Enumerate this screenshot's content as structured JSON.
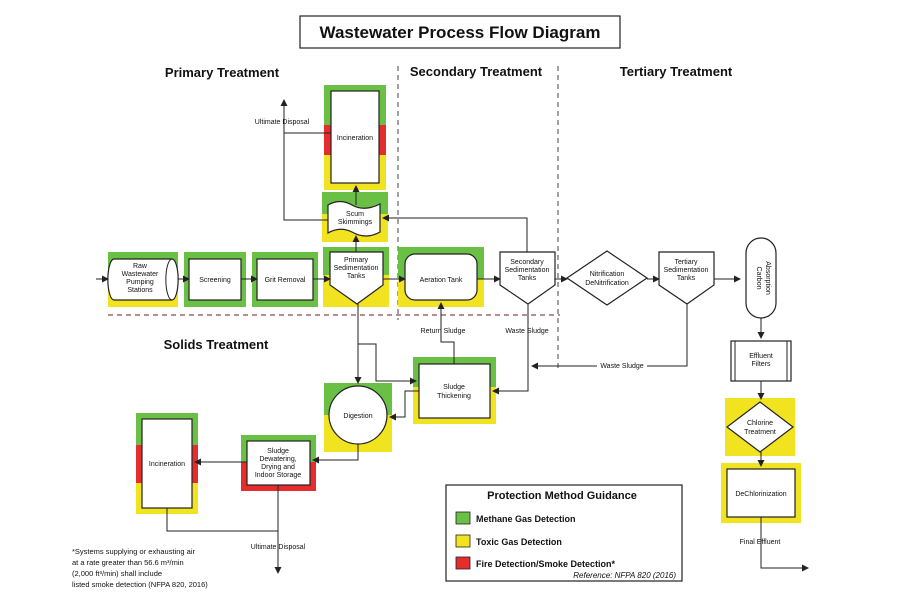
{
  "title": "Wastewater Process Flow Diagram",
  "sections": {
    "primary": "Primary Treatment",
    "secondary": "Secondary Treatment",
    "tertiary": "Tertiary Treatment",
    "solids": "Solids Treatment"
  },
  "colors": {
    "methane": "#6abf45",
    "toxic": "#f2e320",
    "fire": "#e52d2d"
  },
  "nodes": {
    "raw_pumping": [
      "Raw",
      "Wastewater",
      "Pumping",
      "Stations"
    ],
    "screening": [
      "Screening"
    ],
    "grit_removal": [
      "Grit Removal"
    ],
    "primary_sed": [
      "Primary",
      "Sedimentation",
      "Tanks"
    ],
    "scum": [
      "Scum",
      "Skimmings"
    ],
    "incineration_top": [
      "Incineration"
    ],
    "aeration": [
      "Aeration Tank"
    ],
    "secondary_sed": [
      "Secondary",
      "Sedimentation",
      "Tanks"
    ],
    "nitrification": [
      "Nitrification",
      "DeNitrification"
    ],
    "tertiary_sed": [
      "Tertiary",
      "Sedimentation",
      "Tanks"
    ],
    "carbon": [
      "Carbon",
      "Absorption"
    ],
    "effluent_filters": [
      "Effluent",
      "Filters"
    ],
    "chlorine": [
      "Chlorine",
      "Treatment"
    ],
    "dechlorinization": [
      "DeChlorinization"
    ],
    "sludge_thickening": [
      "Sludge",
      "Thickening"
    ],
    "digestion": [
      "Digestion"
    ],
    "dewatering": [
      "Sludge",
      "Dewatering,",
      "Drying and",
      "Indoor Storage"
    ],
    "incineration_solids": [
      "Incineration"
    ]
  },
  "flow_labels": {
    "ultimate_disposal_top": "Ultimate Disposal",
    "return_sludge": "Return Sludge",
    "waste_sludge_secondary": "Waste Sludge",
    "waste_sludge_tertiary": "Waste Sludge",
    "ultimate_disposal_bottom": "Ultimate Disposal",
    "final_effluent": "Final Effluent"
  },
  "legend": {
    "title": "Protection Method Guidance",
    "methane": "Methane Gas Detection",
    "toxic": "Toxic Gas Detection",
    "fire": "Fire Detection/Smoke Detection*",
    "reference": "Reference:  NFPA 820 (2016)"
  },
  "footnote": [
    "*Systems supplying or exhausting air",
    "at a rate greater than 56.6 m³/min",
    "(2,000 ft³/min) shall include",
    "listed smoke detection (NFPA 820, 2016)"
  ]
}
